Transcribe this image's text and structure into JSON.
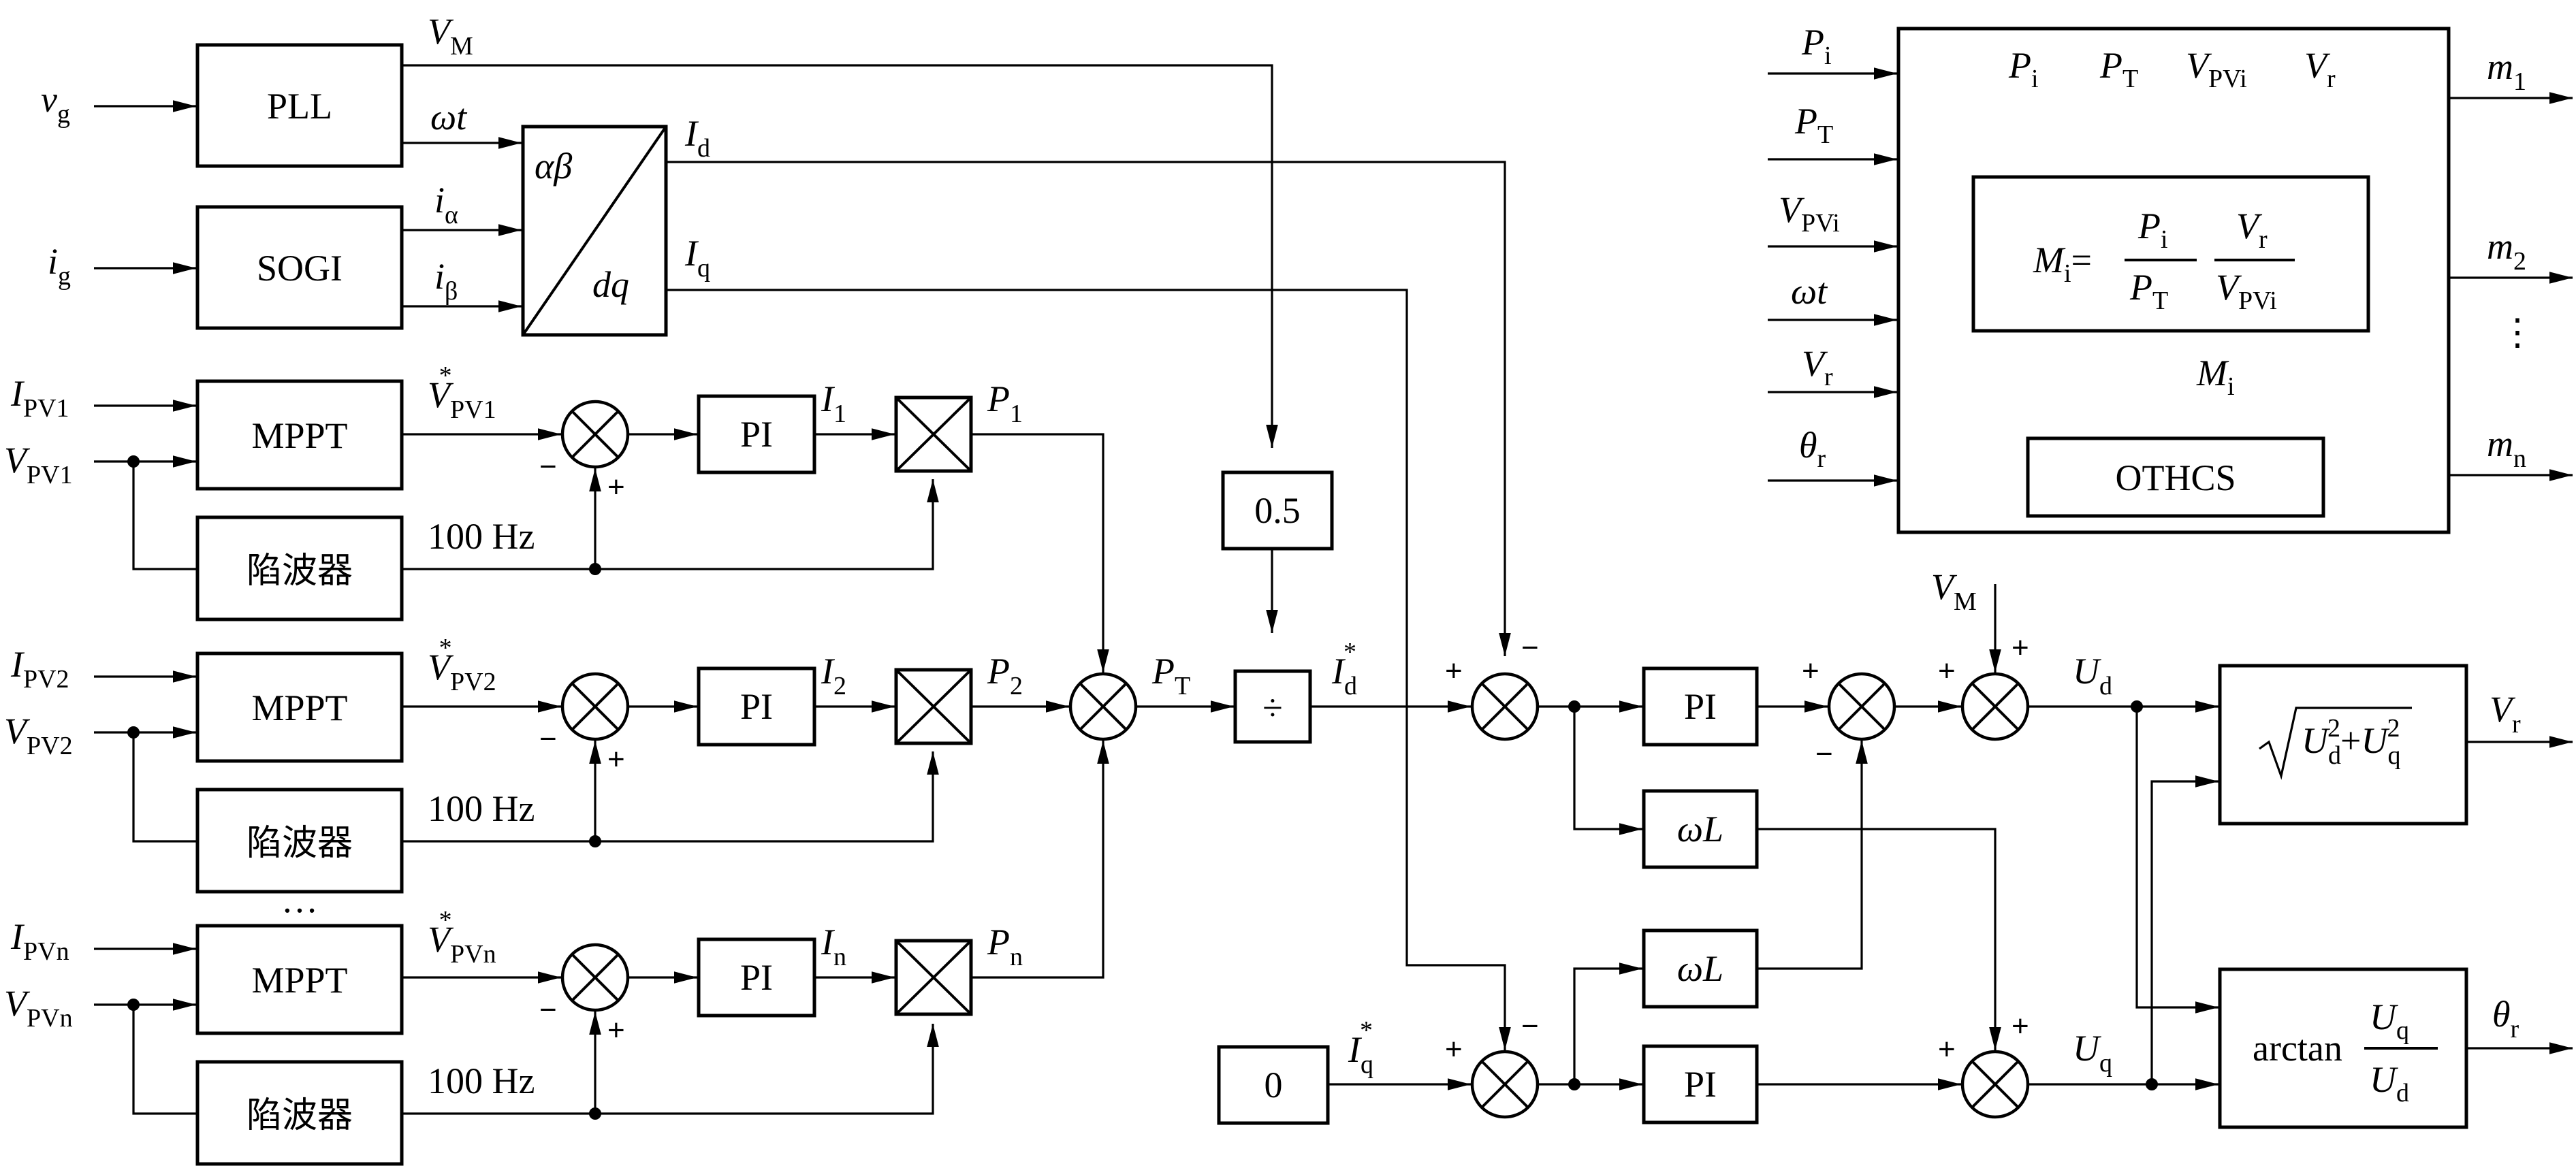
{
  "blocks": {
    "pll": "PLL",
    "sogi": "SOGI",
    "mppt": "MPPT",
    "pi": "PI",
    "notch": "陷波器",
    "half": "0.5",
    "divide": "÷",
    "zero": "0",
    "omega_l": "ωL",
    "othcs": "OTHCS",
    "transform_top": "αβ",
    "transform_bottom": "dq",
    "sqrt_formula": "√(U_d² + U_q²)",
    "arctan": "arctan",
    "mi_formula": "M_i = (P_i / P_T)(V_r / V_PVi)"
  },
  "signals": {
    "vg": "v_g",
    "ig": "i_g",
    "vm": "V_M",
    "wt": "ωt",
    "i_alpha": "i_α",
    "i_beta": "i_β",
    "id": "I_d",
    "iq": "I_q",
    "ipv1": "I_PV1",
    "vpv1": "V_PV1",
    "vpv1_ref": "V*_PV1",
    "ipv2": "I_PV2",
    "vpv2": "V_PV2",
    "vpv2_ref": "V*_PV2",
    "ipvn": "I_PVn",
    "vpvn": "V_PVn",
    "vpvn_ref": "V*_PVn",
    "freq": "100 Hz",
    "i1": "I_1",
    "i2": "I_2",
    "in": "I_n",
    "p1": "P_1",
    "p2": "P_2",
    "pn": "P_n",
    "pt": "P_T",
    "id_ref": "I*_d",
    "iq_ref": "I*_q",
    "ud": "U_d",
    "uq": "U_q",
    "vr": "V_r",
    "theta_r": "θ_r",
    "pi_in": "P_i",
    "pt_in": "P_T",
    "vpvi_in": "V_PVi",
    "wt_in": "ωt",
    "vr_in": "V_r",
    "theta_in": "θ_r",
    "mi": "M_i",
    "m1": "m_1",
    "m2": "m_2",
    "mn": "m_n",
    "ellipsis": "…",
    "vdots": "⋮"
  },
  "signs": {
    "plus": "+",
    "minus": "−"
  }
}
